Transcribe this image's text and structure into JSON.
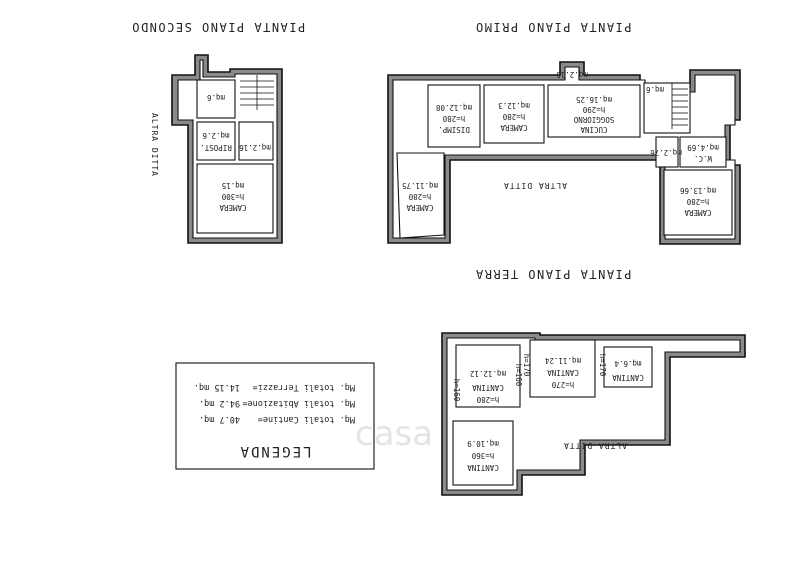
{
  "titles": {
    "secondo": "PIANTA PIANO SECONDO",
    "primo": "PIANTA PIANO PRIMO",
    "terra": "PIANTA PIANO TERRA"
  },
  "side_labels": {
    "secondo": "ALTRA DITTA",
    "primo": "ALTRA DITTA",
    "terra": "ALTRA DITTA"
  },
  "rooms": {
    "secondo": {
      "stair": "mq.6",
      "landing": "mq.2.16",
      "ripost": [
        "RIPOST.",
        "mq.2.6"
      ],
      "camera": [
        "CAMERA",
        "h=300",
        "mq.15"
      ]
    },
    "primo": {
      "balcony": "mq.2.15",
      "disimp": [
        "DISIMP.",
        "h=280",
        "mq.12.08"
      ],
      "camera1": [
        "CAMERA",
        "h=280",
        "mq.12.3"
      ],
      "cucina": [
        "CUCINA",
        "SOGGIORNO",
        "h=290",
        "mq.16.25"
      ],
      "stair": "mq.6",
      "camera2": [
        "CAMERA",
        "h=280",
        "mq.11.75"
      ],
      "landing": "mq.2.76",
      "wc": [
        "W.C.",
        "mq.4.69"
      ],
      "camera3": [
        "CAMERA",
        "h=280",
        "mq.13.66"
      ]
    },
    "terra": {
      "cantina1": [
        "CANTINA",
        "h=280",
        "mq.12.12"
      ],
      "cantina2": [
        "CANTINA",
        "h=270",
        "mq.11.24"
      ],
      "cantina3": [
        "CANTINA",
        "mq.6.4"
      ],
      "cantina4": [
        "CANTINA",
        "h=360",
        "mq.10.9"
      ],
      "h160a": "h=160",
      "h160b": "h=160",
      "h170a": "h=170",
      "h170b": "h=170"
    }
  },
  "legend": {
    "title": "LEGENDA",
    "rows": [
      {
        "label": "Mq. totali Cantine=",
        "value": "40.7 mq."
      },
      {
        "label": "Mq. totali Abitazione=",
        "value": "94.2 mq."
      },
      {
        "label": "Mq. totali Terrazzi=",
        "value": "14.15 mq."
      }
    ]
  },
  "watermark": "casa"
}
